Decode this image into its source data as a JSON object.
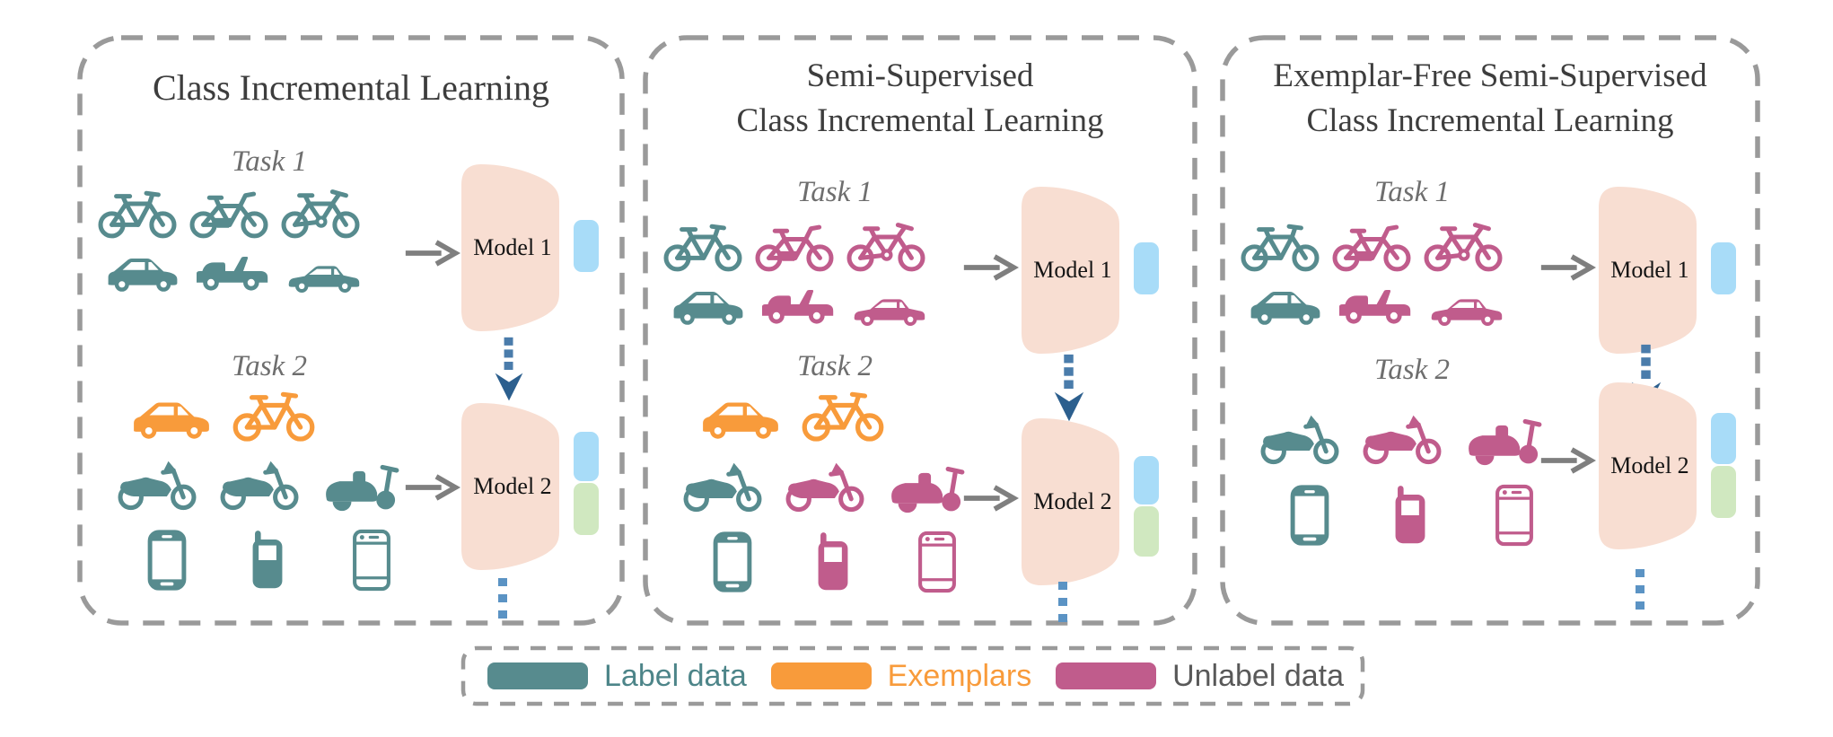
{
  "figure": {
    "type": "concept-diagram",
    "background": "#ffffff"
  },
  "palette": {
    "label_data": "#578b8e",
    "exemplars": "#f89b3b",
    "unlabel_data": "#c05c8c",
    "model_fill": "#f8ded2",
    "feature_block_old": "#a8dcf8",
    "feature_block_new": "#d0e8c0",
    "arrow_gray": "#7f7f7f",
    "transfer_dots_blue": "#4a7cab",
    "transfer_head_blue": "#2c5f8e",
    "continuation_dots_blue": "#5b93c4",
    "panel_border_gray": "#9a9a9a",
    "title_text": "#3d3d3d",
    "task_text": "#6e6e6e"
  },
  "panels": [
    {
      "title_line1": "Class Incremental Learning",
      "task1": {
        "label": "Task 1",
        "row1_icons": [
          {
            "icon": "bicycle",
            "data_role": "label"
          },
          {
            "icon": "bicycle",
            "data_role": "label"
          },
          {
            "icon": "bicycle",
            "data_role": "label"
          }
        ],
        "row2_icons": [
          {
            "icon": "car",
            "data_role": "label"
          },
          {
            "icon": "jeep",
            "data_role": "label"
          },
          {
            "icon": "sedan",
            "data_role": "label"
          }
        ]
      },
      "model1_label": "Model 1",
      "task2": {
        "label": "Task 2",
        "exemplar_icons": [
          {
            "icon": "car",
            "data_role": "exemplar"
          },
          {
            "icon": "bicycle",
            "data_role": "exemplar"
          }
        ],
        "row1_icons": [
          {
            "icon": "moped",
            "data_role": "label"
          },
          {
            "icon": "moped",
            "data_role": "label"
          },
          {
            "icon": "scooter",
            "data_role": "label"
          }
        ],
        "row2_icons": [
          {
            "icon": "smartphone",
            "data_role": "label"
          },
          {
            "icon": "cellphone",
            "data_role": "label"
          },
          {
            "icon": "smartphone",
            "data_role": "label"
          }
        ]
      },
      "model2_label": "Model 2"
    },
    {
      "title_line1": "Semi-Supervised",
      "title_line2": "Class Incremental Learning",
      "task1": {
        "label": "Task 1",
        "row1_icons": [
          {
            "icon": "bicycle",
            "data_role": "label"
          },
          {
            "icon": "bicycle",
            "data_role": "unlabel"
          },
          {
            "icon": "bicycle",
            "data_role": "unlabel"
          }
        ],
        "row2_icons": [
          {
            "icon": "car",
            "data_role": "label"
          },
          {
            "icon": "jeep",
            "data_role": "unlabel"
          },
          {
            "icon": "sedan",
            "data_role": "unlabel"
          }
        ]
      },
      "model1_label": "Model 1",
      "task2": {
        "label": "Task 2",
        "exemplar_icons": [
          {
            "icon": "car",
            "data_role": "exemplar"
          },
          {
            "icon": "bicycle",
            "data_role": "exemplar"
          }
        ],
        "row1_icons": [
          {
            "icon": "moped",
            "data_role": "label"
          },
          {
            "icon": "moped",
            "data_role": "unlabel"
          },
          {
            "icon": "scooter",
            "data_role": "unlabel"
          }
        ],
        "row2_icons": [
          {
            "icon": "smartphone",
            "data_role": "label"
          },
          {
            "icon": "cellphone",
            "data_role": "unlabel"
          },
          {
            "icon": "smartphone",
            "data_role": "unlabel"
          }
        ]
      },
      "model2_label": "Model 2"
    },
    {
      "title_line1": "Exemplar-Free Semi-Supervised",
      "title_line2": "Class Incremental Learning",
      "task1": {
        "label": "Task 1",
        "row1_icons": [
          {
            "icon": "bicycle",
            "data_role": "label"
          },
          {
            "icon": "bicycle",
            "data_role": "unlabel"
          },
          {
            "icon": "bicycle",
            "data_role": "unlabel"
          }
        ],
        "row2_icons": [
          {
            "icon": "car",
            "data_role": "label"
          },
          {
            "icon": "jeep",
            "data_role": "unlabel"
          },
          {
            "icon": "sedan",
            "data_role": "unlabel"
          }
        ]
      },
      "model1_label": "Model 1",
      "task2": {
        "label": "Task 2",
        "exemplar_icons": [],
        "row1_icons": [
          {
            "icon": "moped",
            "data_role": "label"
          },
          {
            "icon": "moped",
            "data_role": "unlabel"
          },
          {
            "icon": "scooter",
            "data_role": "unlabel"
          }
        ],
        "row2_icons": [
          {
            "icon": "smartphone",
            "data_role": "label"
          },
          {
            "icon": "cellphone",
            "data_role": "unlabel"
          },
          {
            "icon": "smartphone",
            "data_role": "unlabel"
          }
        ]
      },
      "model2_label": "Model 2"
    }
  ],
  "legend": {
    "items": [
      {
        "label": "Label data",
        "swatch_color": "#578b8e",
        "label_color": "#4d8589"
      },
      {
        "label": "Exemplars",
        "swatch_color": "#f89b3b",
        "label_color": "#f89b3b"
      },
      {
        "label": "Unlabel data",
        "swatch_color": "#c05c8c",
        "label_color": "#595959"
      }
    ]
  }
}
